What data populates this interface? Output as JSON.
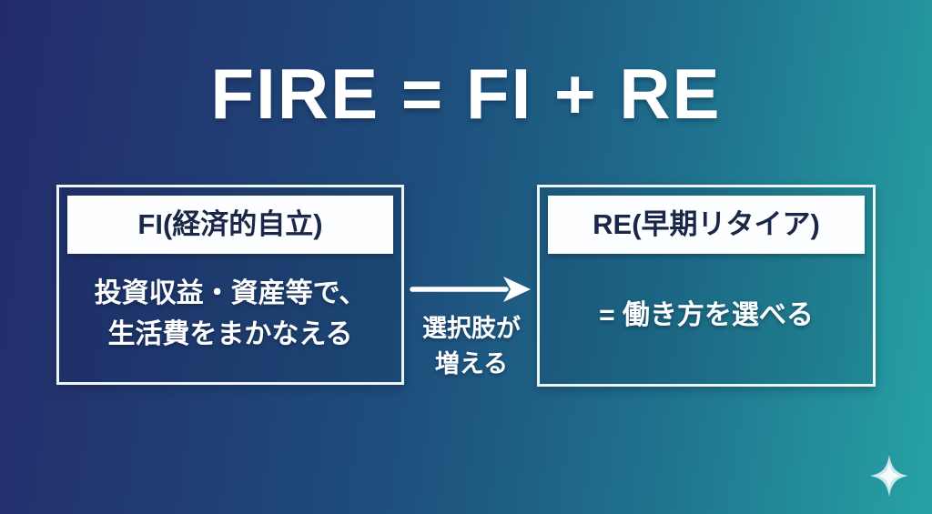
{
  "slide": {
    "title": "FIRE = FI + RE",
    "fi_box": {
      "header": "FI(経済的自立)",
      "body_line1": "投資収益・資産等で、",
      "body_line2": "生活費をまかなえる"
    },
    "re_box": {
      "header": "RE(早期リタイア)",
      "body": "= 働き方を選べる"
    },
    "arrow": {
      "label_line1": "選択肢が",
      "label_line2": "増える"
    },
    "icons": {
      "arrow_right": "→",
      "sparkle": "✦"
    },
    "colors": {
      "background_left": "#232c6b",
      "background_mid": "#1e4e7c",
      "background_right": "#26a2a3",
      "box_border": "#eef5f7",
      "box_fill_overlay": "rgba(12,32,62,0.12)",
      "header_background": "#fcfeff",
      "header_text": "#1a2748",
      "body_text": "#ffffff",
      "arrow": "#ffffff",
      "sparkle": "#dceef3"
    }
  }
}
